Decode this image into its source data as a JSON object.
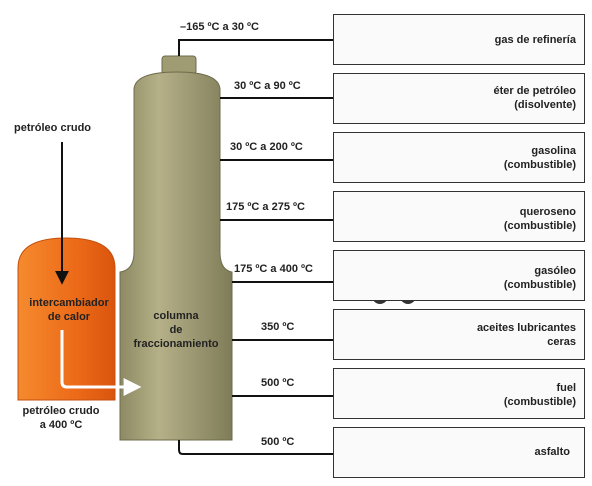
{
  "inputs": {
    "crude_in": "petróleo crudo",
    "crude_out_line1": "petróleo crudo",
    "crude_out_line2": "a 400 ºC"
  },
  "exchanger": {
    "line1": "intercambiador",
    "line2": "de calor"
  },
  "column": {
    "line1": "columna",
    "line2": "de",
    "line3": "fraccionamiento"
  },
  "fractions": [
    {
      "temp": "–165 ºC a 30 ºC",
      "name1": "gas de refinería",
      "name2": "",
      "icon": "gas-cylinder-icon"
    },
    {
      "temp": "30 ºC a 90 ºC",
      "name1": "éter de petróleo",
      "name2": "(disolvente)",
      "icon": "solvent-can-icon"
    },
    {
      "temp": "30 ºC a 200 ºC",
      "name1": "gasolina",
      "name2": "(combustible)",
      "icon": "car-icon"
    },
    {
      "temp": "175 ºC a 275 ºC",
      "name1": "queroseno",
      "name2": "(combustible)",
      "icon": "airplane-icon"
    },
    {
      "temp": "175 ºC a 400 ºC",
      "name1": "gasóleo",
      "name2": "(combustible)",
      "icon": "loader-tractor-icon"
    },
    {
      "temp": "350 ºC",
      "name1": "aceites lubricantes",
      "name2": "ceras",
      "icon": "oil-can-candle-icon"
    },
    {
      "temp": "500 ºC",
      "name1": "fuel",
      "name2": "(combustible)",
      "icon": "ship-radiator-icon"
    },
    {
      "temp": "500 ºC",
      "name1": "asfalto",
      "name2": "",
      "icon": "road-icon"
    }
  ],
  "colors": {
    "column": "#a8a37a",
    "column_shadow": "#7d7a58",
    "exchanger": "#ef6c1a",
    "arrow": "#111111",
    "box_border": "#333333"
  }
}
